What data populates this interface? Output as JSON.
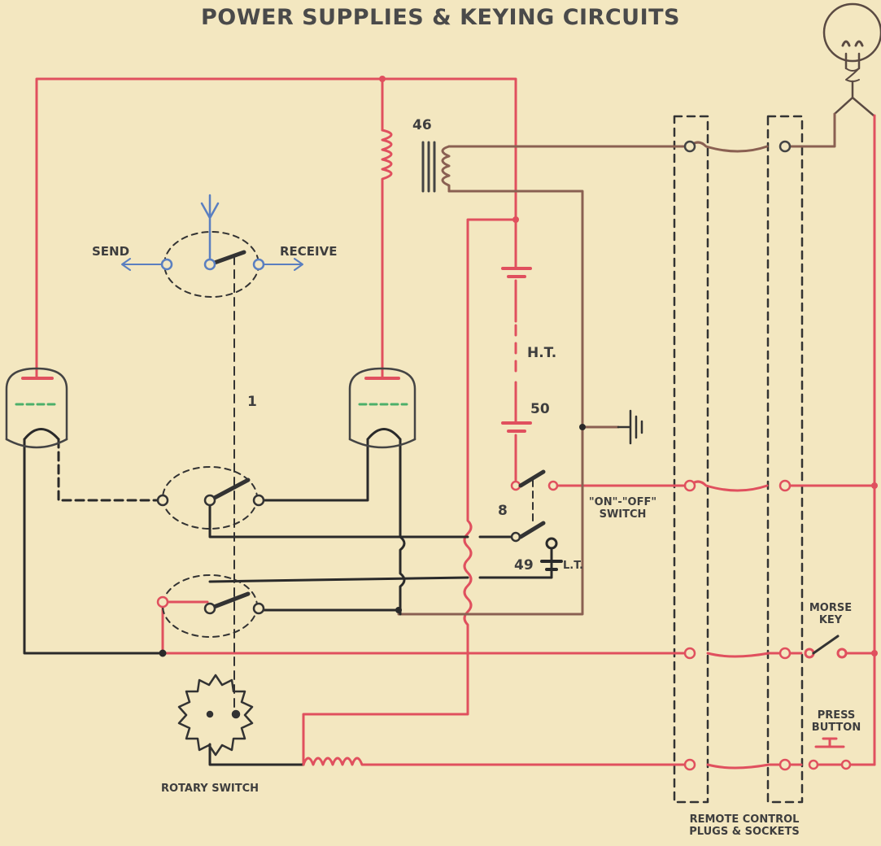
{
  "title": "POWER SUPPLIES & KEYING CIRCUITS",
  "labels": {
    "transformer_number": "46",
    "send": "SEND",
    "receive": "RECEIVE",
    "ht": "H.T.",
    "ht_number": "50",
    "switch_number": "8",
    "lt": "L.T.",
    "lt_number": "49",
    "on_off_line1": "\"ON\"-\"OFF\"",
    "on_off_line2": "SWITCH",
    "wire_mark": "1",
    "morse_line1": "MORSE",
    "morse_line2": "KEY",
    "press_line1": "PRESS",
    "press_line2": "BUTTON",
    "rotary_switch": "ROTARY SWITCH",
    "remote_line1": "REMOTE CONTROL",
    "remote_line2": "PLUGS & SOCKETS"
  },
  "colors": {
    "red_wire": "#e0505e",
    "black_wire": "#2a2a2a",
    "brown_wire": "#8a6052",
    "blue_antenna": "#5a7fc0",
    "green_grid": "#4caf6a",
    "background": "#f3e7c0"
  }
}
